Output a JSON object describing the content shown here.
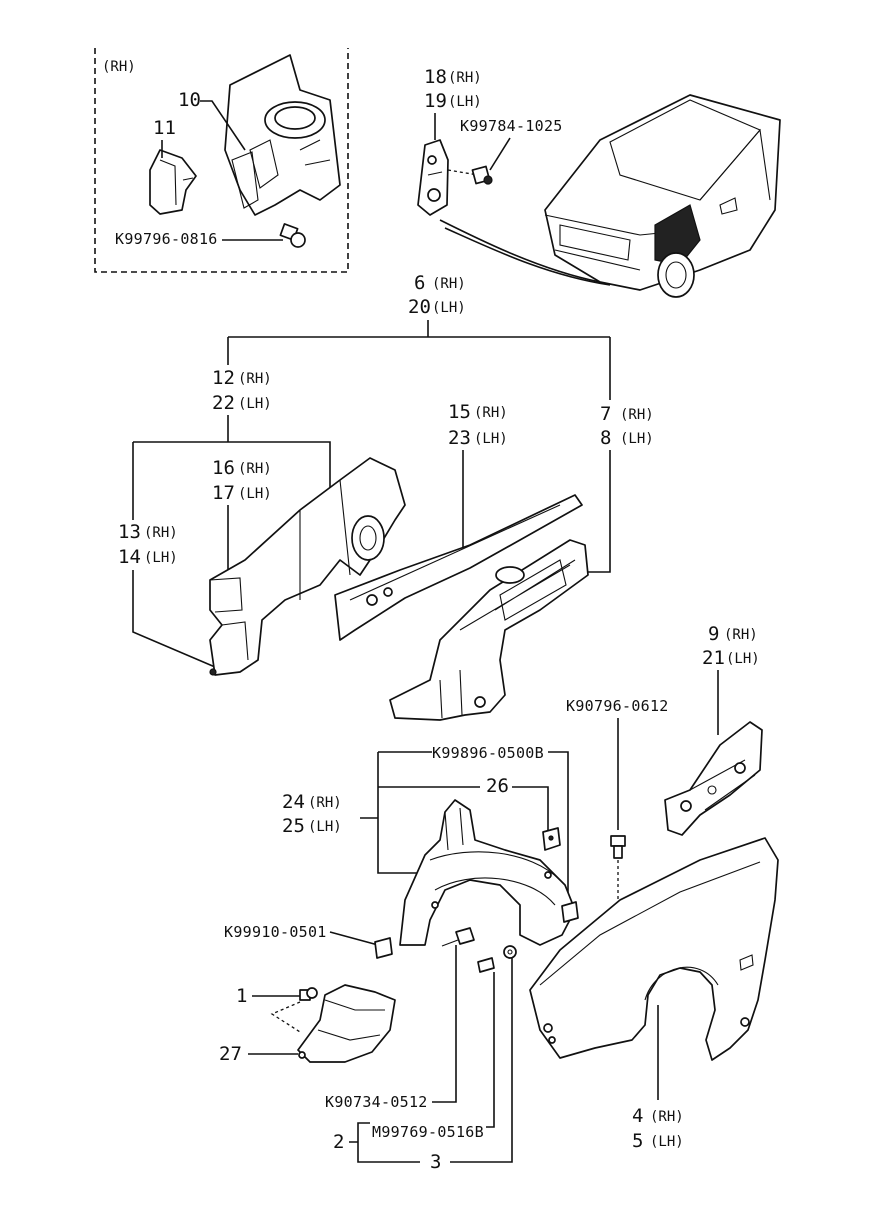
{
  "inset": {
    "side": "(RH)",
    "callouts": {
      "c10": "10",
      "c11": "11",
      "bolt": "K99796-0816"
    }
  },
  "topright": {
    "c18": "18",
    "c18_side": "(RH)",
    "c19": "19",
    "c19_side": "(LH)",
    "bolt": "K99784-1025"
  },
  "frame": {
    "c6": "6",
    "c6_side": "(RH)",
    "c20": "20",
    "c20_side": "(LH)",
    "c12": "12",
    "c12_side": "(RH)",
    "c22": "22",
    "c22_side": "(LH)",
    "c16": "16",
    "c16_side": "(RH)",
    "c17": "17",
    "c17_side": "(LH)",
    "c13": "13",
    "c13_side": "(RH)",
    "c14": "14",
    "c14_side": "(LH)",
    "c15": "15",
    "c15_side": "(RH)",
    "c23": "23",
    "c23_side": "(LH)",
    "c7": "7",
    "c7_side": "(RH)",
    "c8": "8",
    "c8_side": "(LH)"
  },
  "fender": {
    "c9": "9",
    "c9_side": "(RH)",
    "c21": "21",
    "c21_side": "(LH)",
    "bolt_top": "K90796-0612",
    "clip_a": "K99896-0500B",
    "c26": "26",
    "c24": "24",
    "c24_side": "(RH)",
    "c25": "25",
    "c25_side": "(LH)",
    "clip_b": "K99910-0501",
    "c1": "1",
    "c27": "27",
    "screw_a": "K90734-0512",
    "c2": "2",
    "screw_b": "M99769-0516B",
    "c3": "3",
    "c4": "4",
    "c4_side": "(RH)",
    "c5": "5",
    "c5_side": "(LH)"
  }
}
